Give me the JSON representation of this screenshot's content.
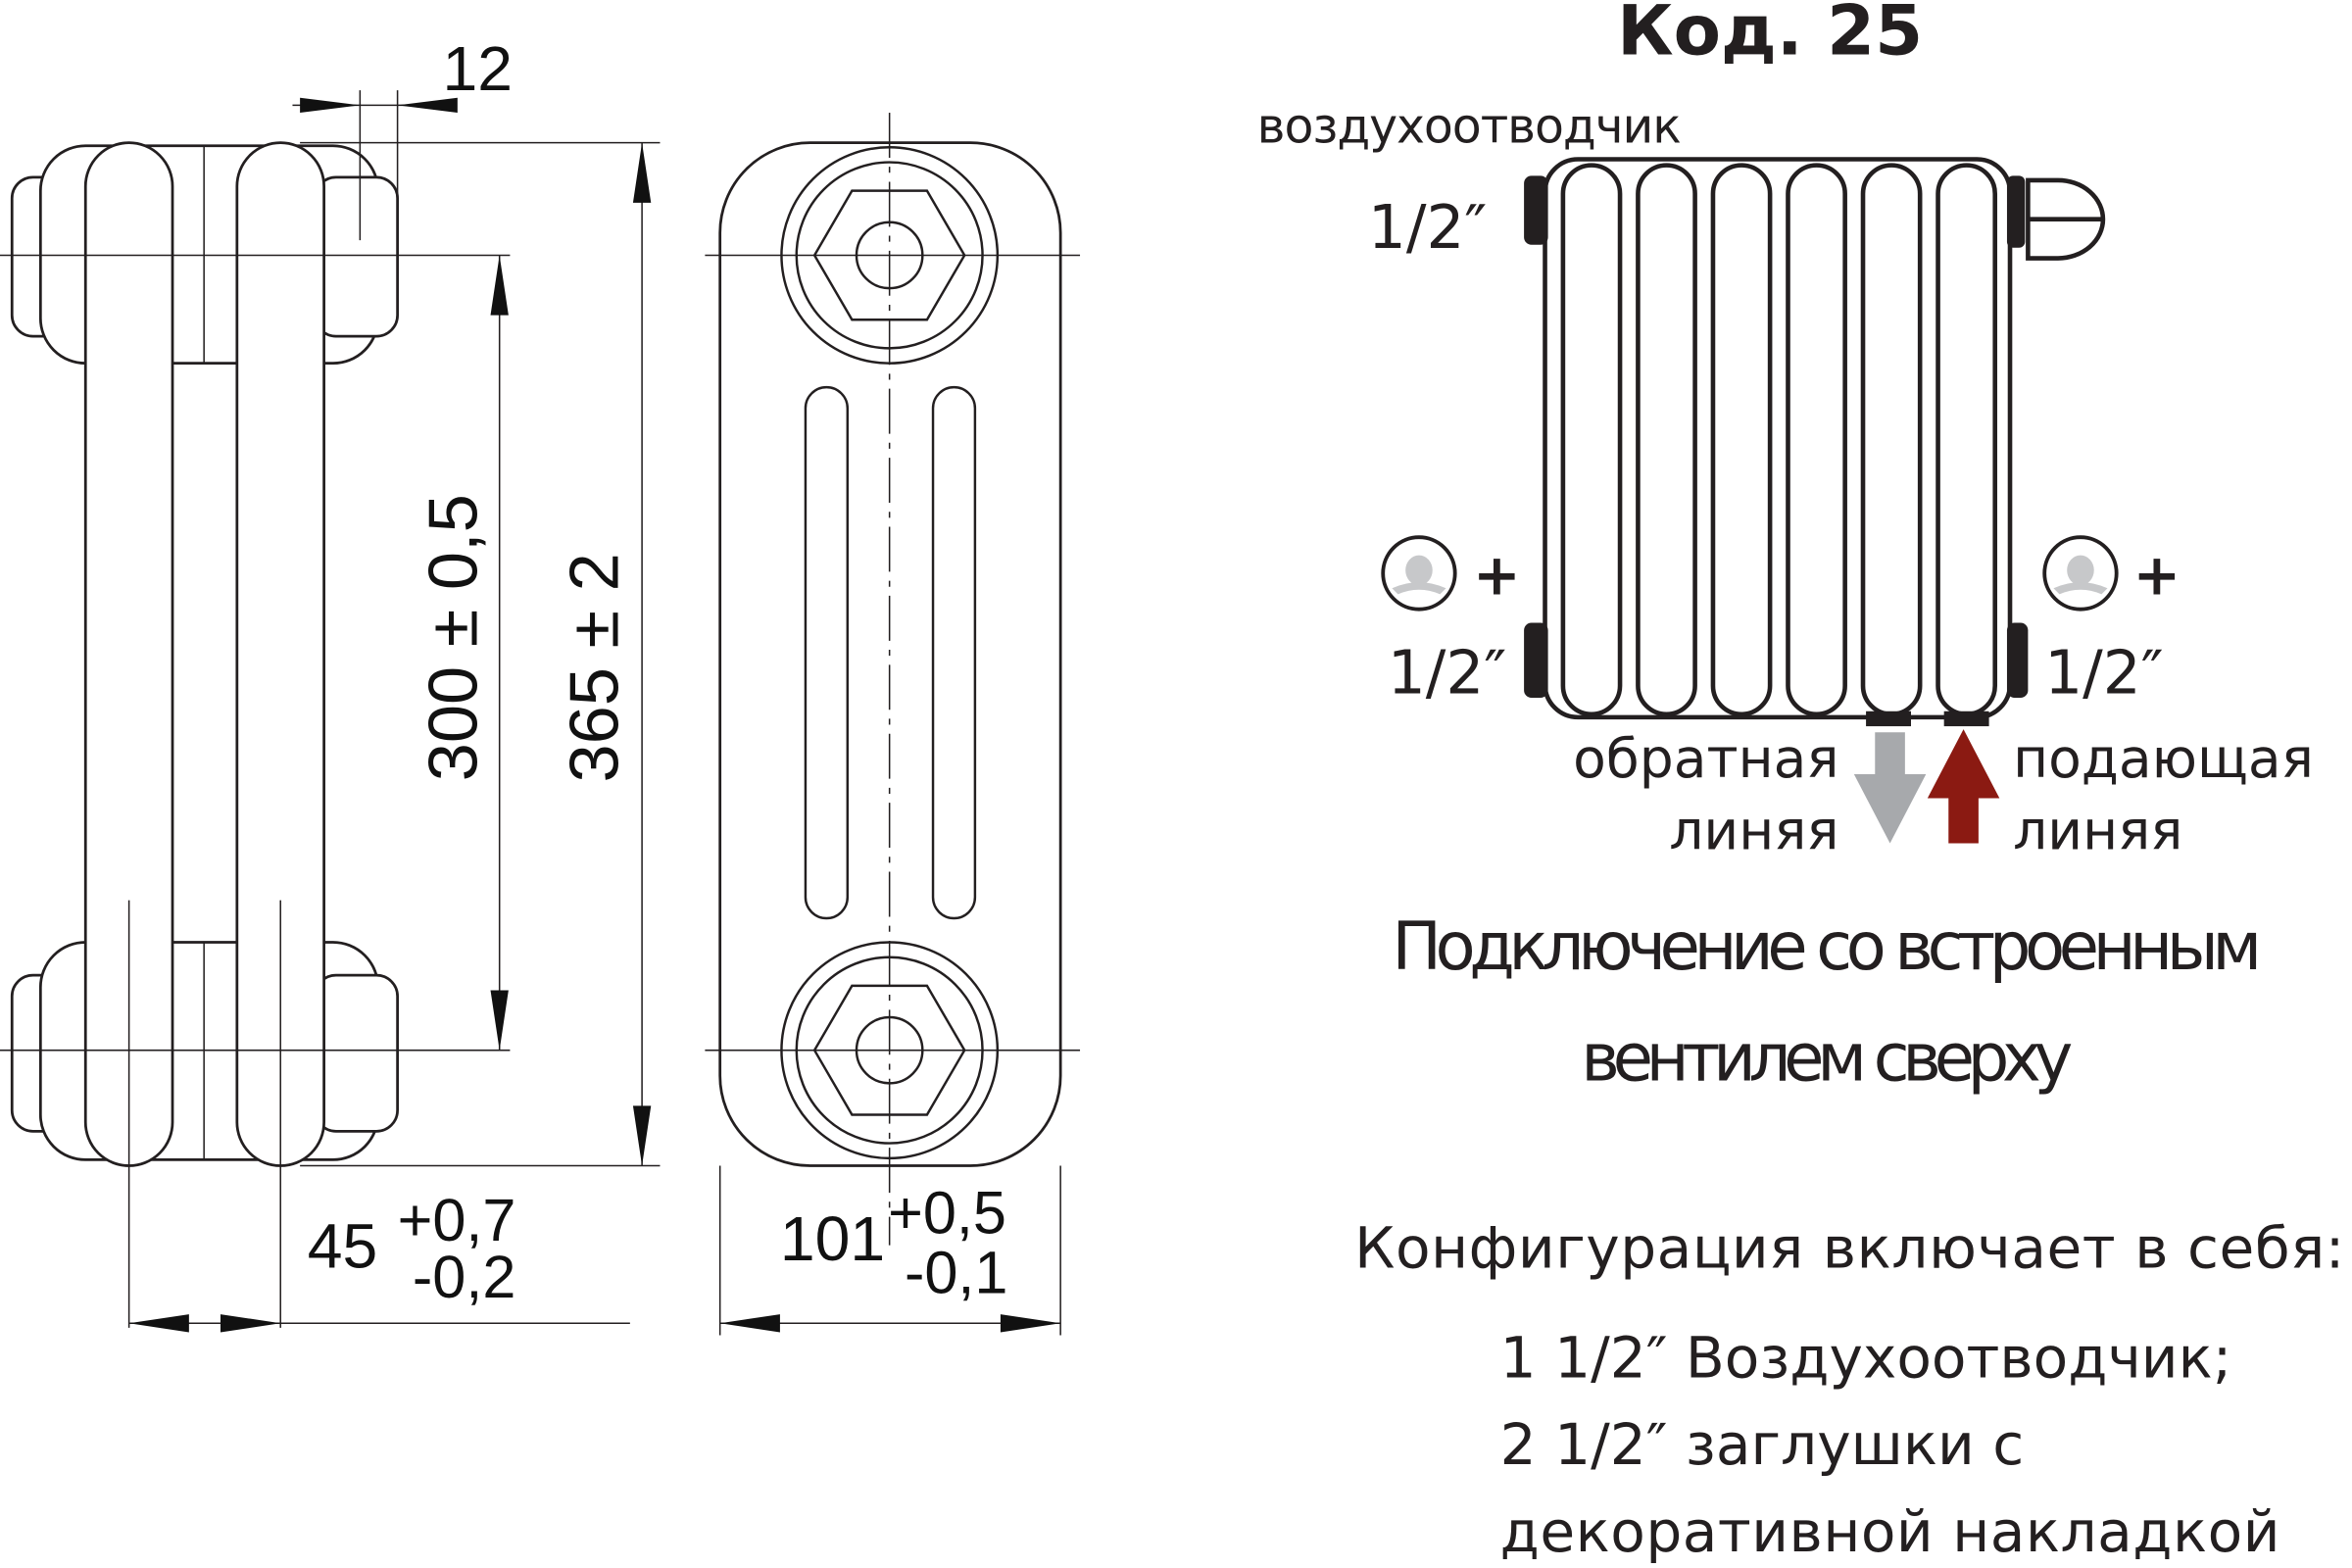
{
  "side_view": {
    "dim_gap": "12",
    "dim_center": "300 ± 0,5",
    "dim_height": "365 ± 2",
    "dim_width_base": "45",
    "dim_width_tol_plus": "+0,7",
    "dim_width_tol_minus": "-0,2"
  },
  "front_view": {
    "dim_depth_base": "101",
    "dim_depth_tol_plus": "+0,5",
    "dim_depth_tol_minus": "-0,1"
  },
  "connection": {
    "title": "Код. 25",
    "air_vent_label": "воздухоотводчик",
    "thread_top_left": "1/2″",
    "thread_bottom_left": "1/2″",
    "thread_bottom_right": "1/2″",
    "plus_left": "+",
    "plus_right": "+",
    "return_line": [
      "обратная",
      "линяя"
    ],
    "supply_line": [
      "подающая",
      "линяя"
    ],
    "return_arrow_color": "#a7a9ac",
    "supply_arrow_color": "#8b1a12",
    "caption": [
      "Подключение со встроенным",
      "вентилем сверху"
    ],
    "config_heading": "Конфигурация  включает в себя:",
    "config_items": [
      "1 1/2″ Воздухоотводчик;",
      "2 1/2″ заглушки с",
      "декоративной накладкой"
    ]
  }
}
